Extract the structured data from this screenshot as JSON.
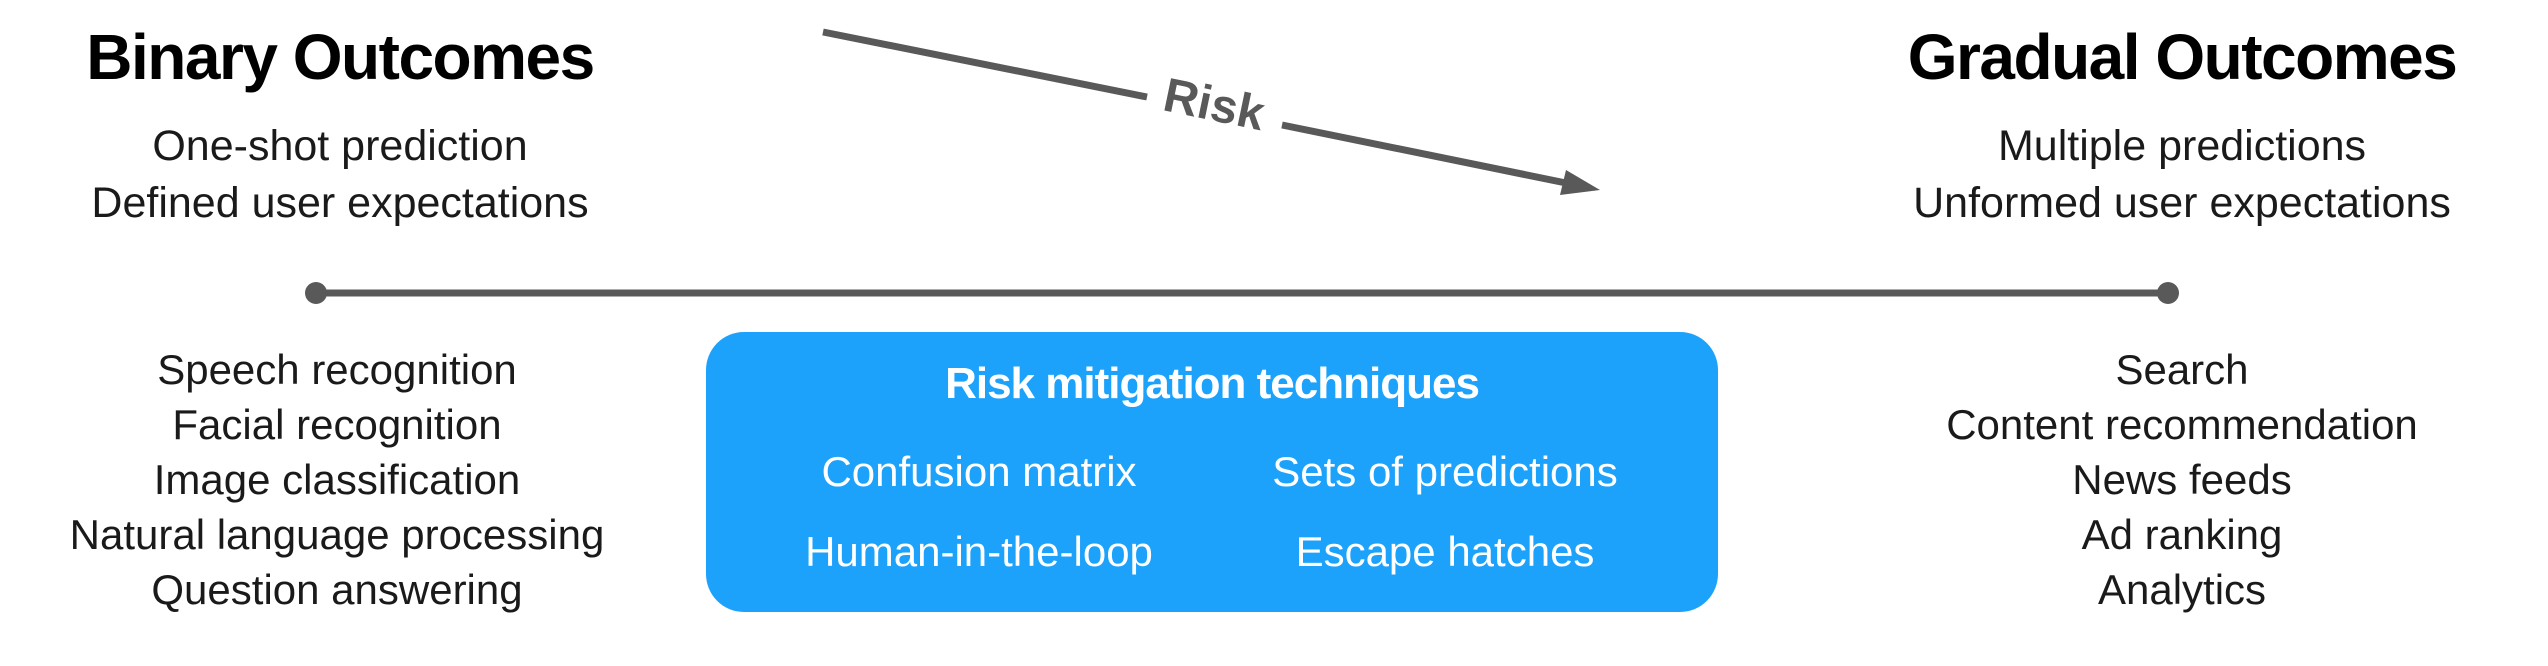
{
  "left_header": {
    "title": "Binary Outcomes",
    "subtitle_lines": [
      "One-shot prediction",
      "Defined user expectations"
    ]
  },
  "right_header": {
    "title": "Gradual Outcomes",
    "subtitle_lines": [
      "Multiple predictions",
      "Unformed user expectations"
    ]
  },
  "risk_arrow": {
    "label": "Risk"
  },
  "left_examples": [
    "Speech recognition",
    "Facial recognition",
    "Image classification",
    "Natural language processing",
    "Question answering"
  ],
  "right_examples": [
    "Search",
    "Content recommendation",
    "News feeds",
    "Ad ranking",
    "Analytics"
  ],
  "mitigation_box": {
    "title": "Risk mitigation techniques",
    "items": [
      "Confusion matrix",
      "Sets of predictions",
      "Human-in-the-loop",
      "Escape hatches"
    ]
  },
  "colors": {
    "accent_blue": "#1da2fb",
    "line_gray": "#595959",
    "text_black": "#1a1a1a",
    "panel_text": "#ffffff"
  }
}
